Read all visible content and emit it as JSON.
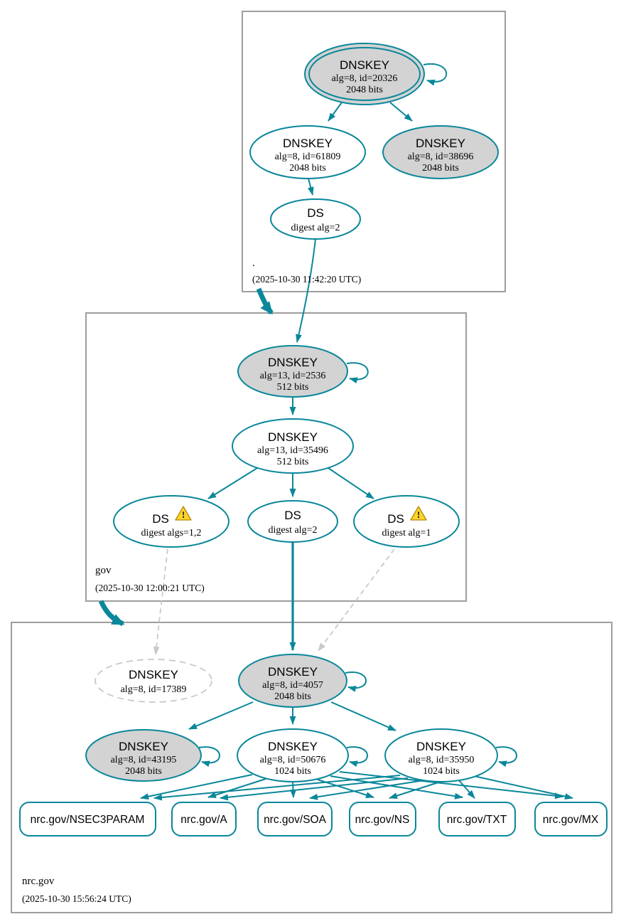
{
  "colors": {
    "secure_teal": "#0a879a",
    "node_fill_gray": "#d3d3d3",
    "warning_yellow": "#fcd42c",
    "missing_gray": "#c9c9c9",
    "box_border_gray": "#9e9e9e"
  },
  "icons": {
    "warning": "!"
  },
  "zones": [
    {
      "label": ".",
      "timestamp": "(2025-10-30 11:42:20 UTC)",
      "nodes": {
        "ksk20326": {
          "title": "DNSKEY",
          "detail": "alg=8, id=20326",
          "bits": "2048 bits"
        },
        "zsk61809": {
          "title": "DNSKEY",
          "detail": "alg=8, id=61809",
          "bits": "2048 bits"
        },
        "key38696": {
          "title": "DNSKEY",
          "detail": "alg=8, id=38696",
          "bits": "2048 bits"
        },
        "ds": {
          "title": "DS",
          "detail": "digest alg=2"
        }
      }
    },
    {
      "label": "gov",
      "timestamp": "(2025-10-30 12:00:21 UTC)",
      "nodes": {
        "ksk2536": {
          "title": "DNSKEY",
          "detail": "alg=13, id=2536",
          "bits": "512 bits"
        },
        "zsk35496": {
          "title": "DNSKEY",
          "detail": "alg=13, id=35496",
          "bits": "512 bits"
        },
        "ds_algs12": {
          "title": "DS",
          "detail": "digest algs=1,2"
        },
        "ds_alg2": {
          "title": "DS",
          "detail": "digest alg=2"
        },
        "ds_alg1": {
          "title": "DS",
          "detail": "digest alg=1"
        }
      }
    },
    {
      "label": "nrc.gov",
      "timestamp": "(2025-10-30 15:56:24 UTC)",
      "nodes": {
        "missing17389": {
          "title": "DNSKEY",
          "detail": "alg=8, id=17389"
        },
        "ksk4057": {
          "title": "DNSKEY",
          "detail": "alg=8, id=4057",
          "bits": "2048 bits"
        },
        "key43195": {
          "title": "DNSKEY",
          "detail": "alg=8, id=43195",
          "bits": "2048 bits"
        },
        "zsk50676": {
          "title": "DNSKEY",
          "detail": "alg=8, id=50676",
          "bits": "1024 bits"
        },
        "zsk35950": {
          "title": "DNSKEY",
          "detail": "alg=8, id=35950",
          "bits": "1024 bits"
        },
        "rrsets": [
          {
            "label": "nrc.gov/NSEC3PARAM"
          },
          {
            "label": "nrc.gov/A"
          },
          {
            "label": "nrc.gov/SOA"
          },
          {
            "label": "nrc.gov/NS"
          },
          {
            "label": "nrc.gov/TXT"
          },
          {
            "label": "nrc.gov/MX"
          }
        ]
      }
    }
  ]
}
